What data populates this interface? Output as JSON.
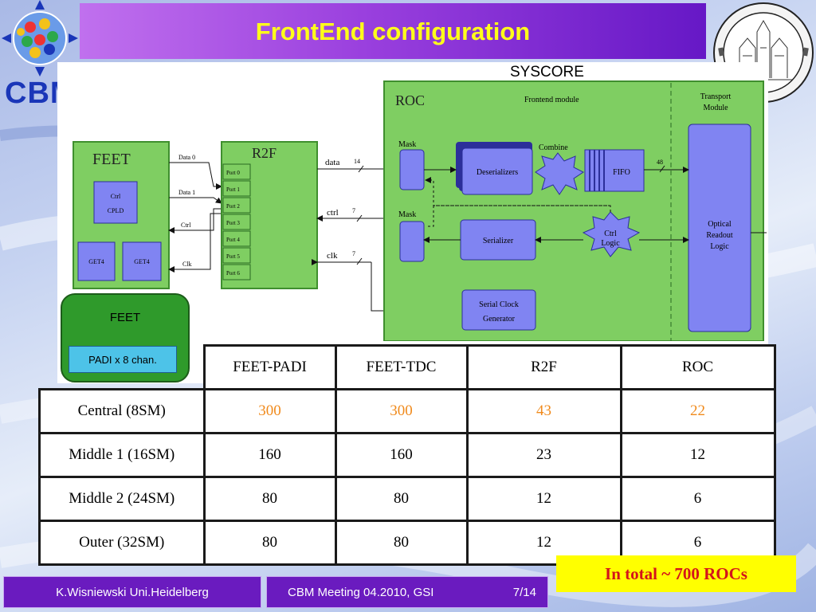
{
  "title": "FrontEnd configuration",
  "logo": {
    "text": "CBM"
  },
  "diagram": {
    "caption": "SYSCORE",
    "feet": {
      "title": "FEET",
      "cpld": [
        "Ctrl",
        "CPLD"
      ],
      "get4a": "GET4",
      "get4b": "GET4"
    },
    "signals_left": {
      "data0": "Data 0",
      "data1": "Data 1",
      "ctrl": "Ctrl",
      "clk": "Clk"
    },
    "r2f": {
      "title": "R2F",
      "ports": [
        "Port 0",
        "Port 1",
        "Port 2",
        "Port 3",
        "Port 4",
        "Port 5",
        "Port 6"
      ]
    },
    "signals_mid": {
      "data": "data",
      "data_w": "14",
      "ctrl": "ctrl",
      "ctrl_w": "7",
      "clk": "clk",
      "clk_w": "7"
    },
    "roc": {
      "title": "ROC",
      "frontend_label": "Frontend module",
      "mask1": "Mask",
      "mask2": "Mask",
      "deserializers": "Deserializers",
      "combine": "Combine",
      "fifo": "FIFO",
      "fifo_w": "48",
      "serializer": "Serializer",
      "ctrl_logic": [
        "Ctrl",
        "Logic"
      ],
      "serial_clock": [
        "Serial Clock",
        "Generator"
      ]
    },
    "transport": {
      "title": [
        "Transport",
        "Module"
      ],
      "optical": [
        "Optical",
        "Readout",
        "Logic"
      ]
    }
  },
  "feet_box": {
    "label": "FEET",
    "padi": "PADI x 8 chan."
  },
  "table": {
    "headers": [
      "FEET-PADI",
      "FEET-TDC",
      "R2F",
      "ROC"
    ],
    "rows": [
      {
        "label": "Central (8SM)",
        "values": [
          "300",
          "300",
          "43",
          "22"
        ]
      },
      {
        "label": "Middle 1 (16SM)",
        "values": [
          "160",
          "160",
          "23",
          "12"
        ]
      },
      {
        "label": "Middle 2 (24SM)",
        "values": [
          "80",
          "80",
          "12",
          "6"
        ]
      },
      {
        "label": "Outer (32SM)",
        "values": [
          "80",
          "80",
          "12",
          "6"
        ]
      }
    ]
  },
  "total": "In total ~ 700 ROCs",
  "footer": {
    "author": "K.Wisniewski Uni.Heidelberg",
    "meeting": "CBM Meeting 04.2010, GSI",
    "page": "7/14"
  },
  "colors": {
    "title_text": "#ffff1a",
    "highlight": "#f08a1c",
    "total_text": "#d4141a",
    "footer_bg": "#6a1bbf"
  }
}
